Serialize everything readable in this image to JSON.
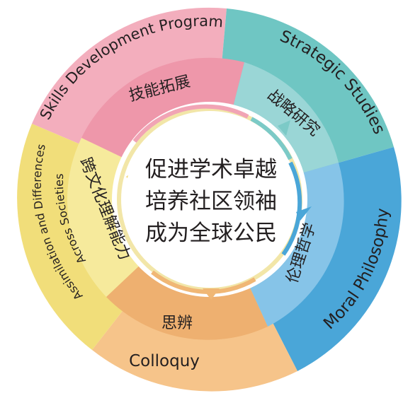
{
  "center": {
    "lines": [
      "促进学术卓越",
      "培养社区领袖",
      "成为全球公民"
    ]
  },
  "segments": [
    {
      "id": "skills",
      "outer_label": "Skills Development Program",
      "inner_label": "技能拓展",
      "outer_color": "#f3aebd",
      "inner_color": "#ee97aa"
    },
    {
      "id": "strategic",
      "outer_label": "Strategic Studies",
      "inner_label": "战略研究",
      "outer_color": "#6fc6c3",
      "inner_color": "#9ad6d6"
    },
    {
      "id": "moral",
      "outer_label": "Moral Philosophy",
      "inner_label": "伦理哲学",
      "outer_color": "#4aa6d8",
      "inner_color": "#86c4e8"
    },
    {
      "id": "colloquy",
      "outer_label": "Colloquy",
      "inner_label": "思辨",
      "outer_color": "#f6c48a",
      "inner_color": "#eeb070"
    },
    {
      "id": "assimilation",
      "outer_label_lines": [
        "Assimilation and Differences",
        "Across Societies"
      ],
      "inner_label": "跨文化理解能力",
      "outer_color": "#f1de7a",
      "inner_color": "#f6ea9c"
    }
  ],
  "colors": {
    "center_fill": "#ffffff",
    "text": "#231f20"
  }
}
